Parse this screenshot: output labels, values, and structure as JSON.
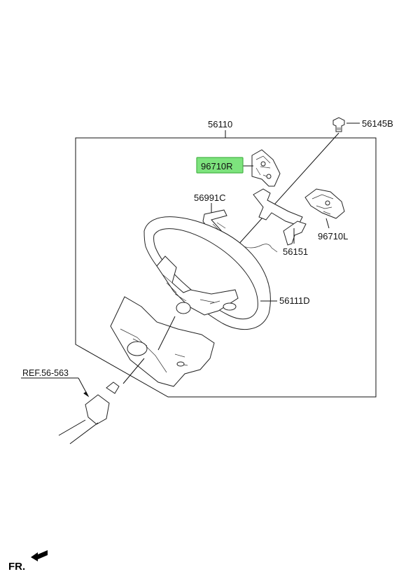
{
  "diagram": {
    "labels": {
      "assembly": "56110",
      "bolt": "56145B",
      "switch_right": "96710R",
      "cover": "56991C",
      "switch_left": "96710L",
      "bracket": "56151",
      "wheel": "56111D",
      "reference": "REF.56-563"
    },
    "highlight_color": "#7de37d",
    "front_label": "FR."
  }
}
